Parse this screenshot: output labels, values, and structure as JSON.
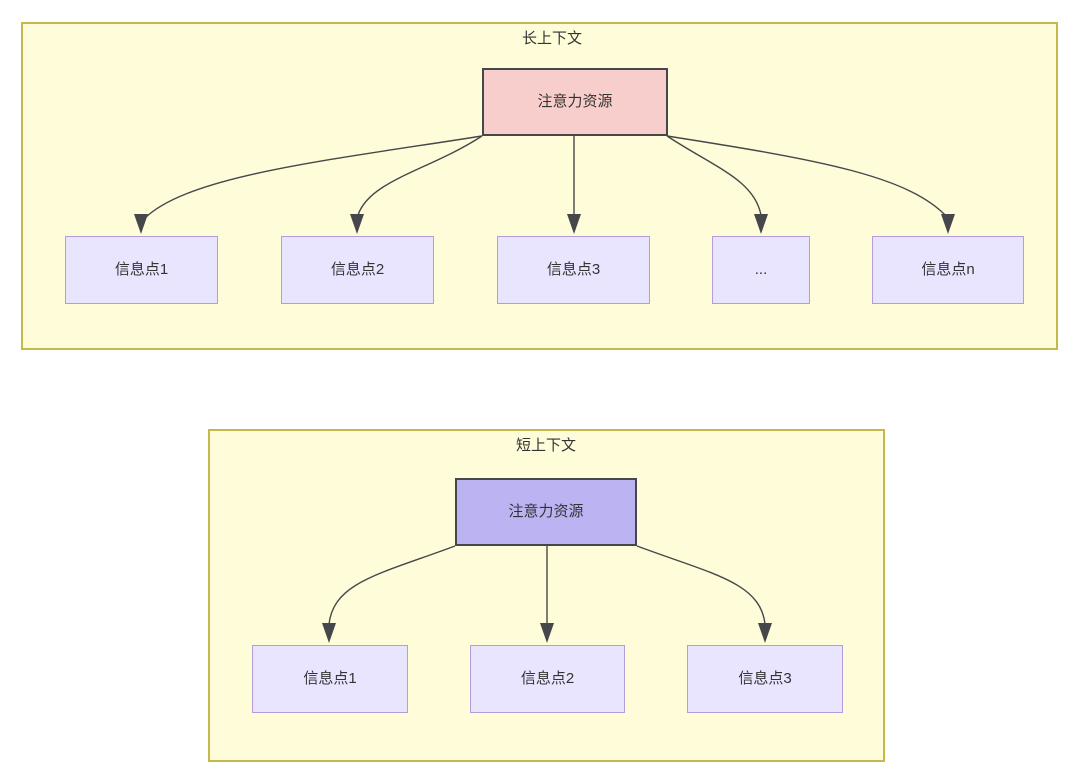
{
  "diagram": {
    "kind": "attention-allocation-comparison",
    "colors": {
      "panel_background": "#fffdd9",
      "panel_border": "#c3ba4a",
      "attention_long_fill": "#f8cecc",
      "attention_short_fill": "#bbb3f2",
      "attention_border": "#46474a",
      "info_fill": "#e9e5ff",
      "info_border": "#b39ddb",
      "edge_stroke": "#46474a",
      "text": "#333333"
    },
    "panels": [
      {
        "id": "long-context",
        "title": "长上下文",
        "root": {
          "label": "注意力资源"
        },
        "leaves": [
          {
            "label": "信息点1"
          },
          {
            "label": "信息点2"
          },
          {
            "label": "信息点3"
          },
          {
            "label": "..."
          },
          {
            "label": "信息点n"
          }
        ]
      },
      {
        "id": "short-context",
        "title": "短上下文",
        "root": {
          "label": "注意力资源"
        },
        "leaves": [
          {
            "label": "信息点1"
          },
          {
            "label": "信息点2"
          },
          {
            "label": "信息点3"
          }
        ]
      }
    ]
  }
}
